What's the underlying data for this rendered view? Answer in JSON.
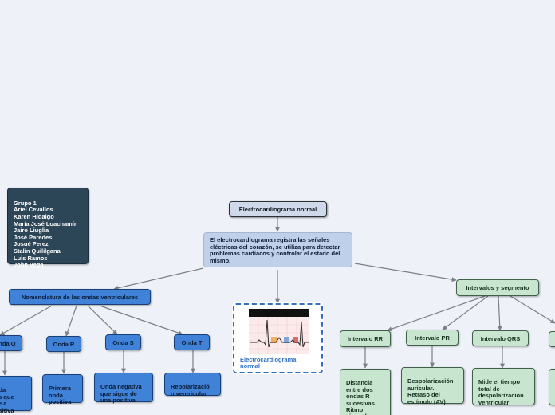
{
  "team": {
    "lines": "Grupo 1\nAriel Cevallos\nKaren Hidalgo\nMaría José Loachamín\nJairo Liuglia\nJosé Paredes\nJosué Perez\nStalin Quililgana\nLuis Ramos\nJohn Vega"
  },
  "root": {
    "title": "Electrocardiograma normal"
  },
  "description": {
    "text": "El electrocardiograma registra las señales eléctricas del corazón, se utiliza para detectar problemas cardíacos y controlar el estado del mismo."
  },
  "image_card": {
    "caption": "Electrocardiograma normal",
    "colors": {
      "header": "#111111",
      "grid": "#f3c7c7",
      "trace": "#2a2a2a",
      "accent_orange": "#e8962e",
      "accent_blue": "#4a8bd6",
      "accent_red": "#cc3b3b"
    }
  },
  "nomenclature": {
    "title": "Nomenclatura de las ondas ventriculares",
    "waves": [
      {
        "label": "Onda Q",
        "description": "...onda\n...tiva que\n...ede a\n...positiva"
      },
      {
        "label": "Onda R",
        "description": "Primera\nonda\npositiva"
      },
      {
        "label": "Onda S",
        "description": "Onda negativa\nque sigue de\nuna positiva"
      },
      {
        "label": "Onda T",
        "description": "Repolarizació\nn ventricular"
      }
    ]
  },
  "intervals": {
    "title": "Intervalos y segmento",
    "items": [
      {
        "label": "Intervalo RR",
        "description": "Distancia\nentre dos\nondas R\nsucesivas.\nRitmo\nsinusal"
      },
      {
        "label": "Intervalo PR",
        "description": "Despolarización\nauricular.\nRetraso del\nestímulo (AV)"
      },
      {
        "label": "Intervalo QRS",
        "description": "Mide el tiempo\ntotal de\ndespolarización\nventricular"
      }
    ]
  },
  "colors": {
    "line": "#7b7f86",
    "blue_node": "#3f82d8",
    "green_node": "#c8e6cf",
    "team_bg": "#2c4557",
    "root_bg": "#cfd9ea",
    "desc_bg": "#bfd0ea"
  }
}
